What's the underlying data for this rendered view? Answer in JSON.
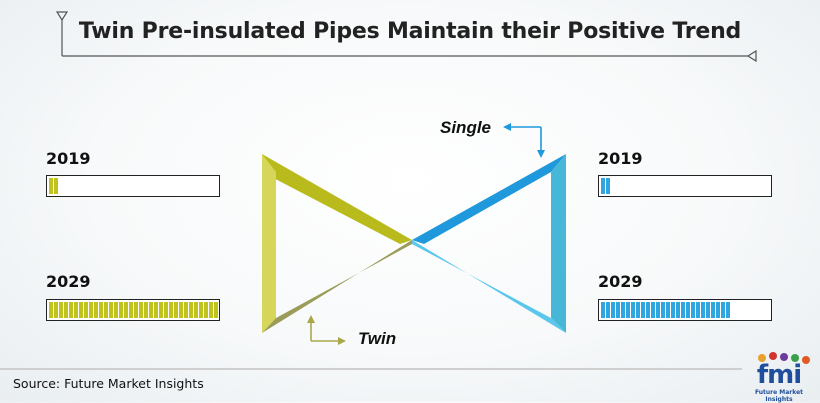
{
  "title": "Twin Pre-insulated Pipes Maintain their Positive Trend",
  "source": "Source: Future Market Insights",
  "logo": {
    "mark": "fmi",
    "tagline": "Future Market Insights"
  },
  "colors": {
    "twin": "#c0c21e",
    "single": "#2fa6df",
    "frame_line": "#555555"
  },
  "chart_data": {
    "type": "bar",
    "categories": [
      "2019",
      "2029"
    ],
    "series": [
      {
        "name": "Twin",
        "values": [
          2,
          34
        ],
        "max": 40
      },
      {
        "name": "Single",
        "values": [
          2,
          26
        ],
        "max": 40
      }
    ],
    "series_labels": {
      "twin": "Twin",
      "single": "Single"
    }
  },
  "left_panel": {
    "year_top": "2019",
    "year_bottom": "2029"
  },
  "right_panel": {
    "year_top": "2019",
    "year_bottom": "2029"
  }
}
